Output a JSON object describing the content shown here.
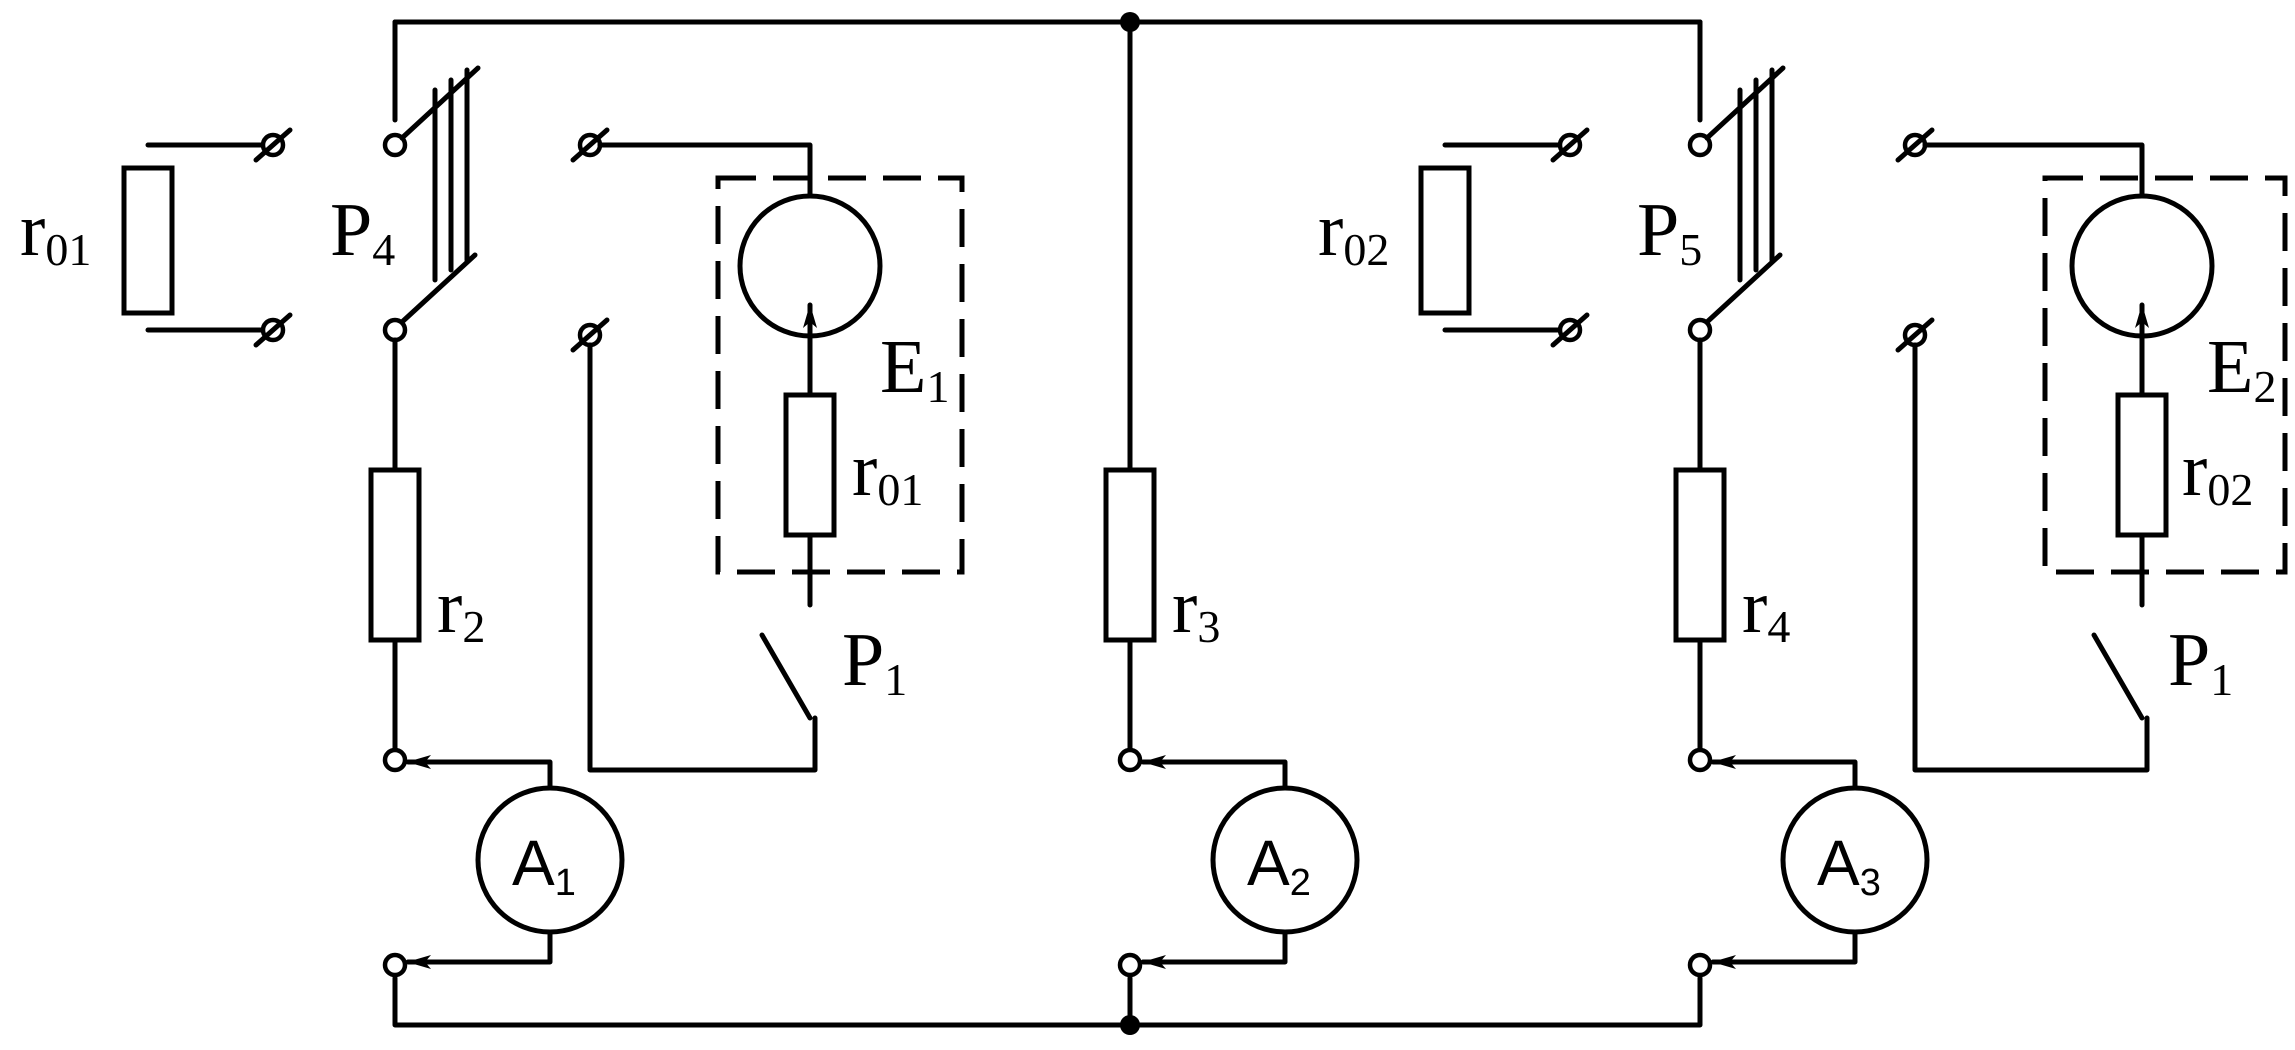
{
  "labels": {
    "r01_left": {
      "main": "r",
      "sub": "01"
    },
    "r01_inner": {
      "main": "r",
      "sub": "01"
    },
    "r02_left": {
      "main": "r",
      "sub": "02"
    },
    "r02_inner": {
      "main": "r",
      "sub": "02"
    },
    "r2": {
      "main": "r",
      "sub": "2"
    },
    "r3": {
      "main": "r",
      "sub": "3"
    },
    "r4": {
      "main": "r",
      "sub": "4"
    },
    "p4": {
      "main": "P",
      "sub": "4"
    },
    "p5": {
      "main": "P",
      "sub": "5"
    },
    "p1_left": {
      "main": "P",
      "sub": "1"
    },
    "p1_right": {
      "main": "P",
      "sub": "1"
    },
    "e1": {
      "main": "E",
      "sub": "1"
    },
    "e2": {
      "main": "E",
      "sub": "2"
    },
    "a1": {
      "main": "A",
      "sub": "1"
    },
    "a2": {
      "main": "A",
      "sub": "2"
    },
    "a3": {
      "main": "A",
      "sub": "3"
    }
  }
}
